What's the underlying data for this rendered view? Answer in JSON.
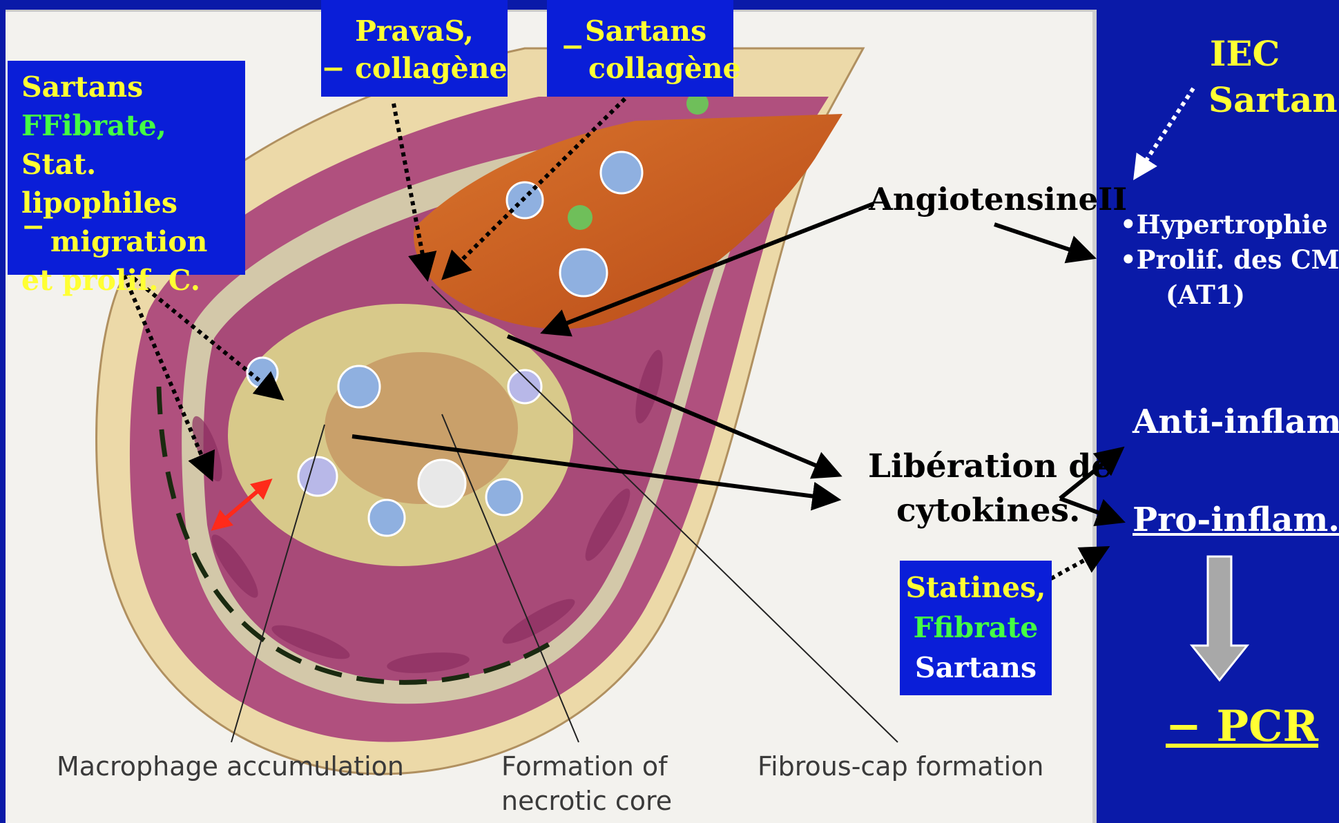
{
  "boxes": {
    "top_left": {
      "line1": "Sartans",
      "line2": "FFibrate",
      "line2_comma": ",",
      "line3": "Stat. lipophiles",
      "dash": "−",
      "line4": "migration",
      "line5": "et prolif. C."
    },
    "top_mid1": {
      "line1": "PravaS,",
      "line2": "− collagène"
    },
    "top_mid2": {
      "dash": "−",
      "line1": "Sartans",
      "line2": "collagène"
    },
    "bottom_right": {
      "line1": "Statines,",
      "line2": "Ffibrate",
      "line3": "Sartans"
    }
  },
  "labels": {
    "angiotensine": "AngiotensineII",
    "liberation_line1": "Libération de",
    "liberation_line2": "cytokines."
  },
  "sidebar": {
    "iec": "IEC",
    "sartans": "Sartans",
    "bullet1": "•Hypertrophie",
    "bullet2": "•Prolif. des CML",
    "bullet3": "(AT1)",
    "anti": "Anti-inflam.",
    "pro": "Pro-inflam.",
    "pcr": "− PCR"
  },
  "captions": {
    "macrophage": "Macrophage accumulation",
    "necrotic_line1": "Formation of",
    "necrotic_line2": "necrotic core",
    "fibrous": "Fibrous-cap formation"
  },
  "colors": {
    "box_bg": "#0a1ed8",
    "sidebar_bg": "#0a1aa8",
    "yellow": "#ffff33",
    "green": "#44ff44",
    "red_arrow": "#ff2a1a"
  }
}
